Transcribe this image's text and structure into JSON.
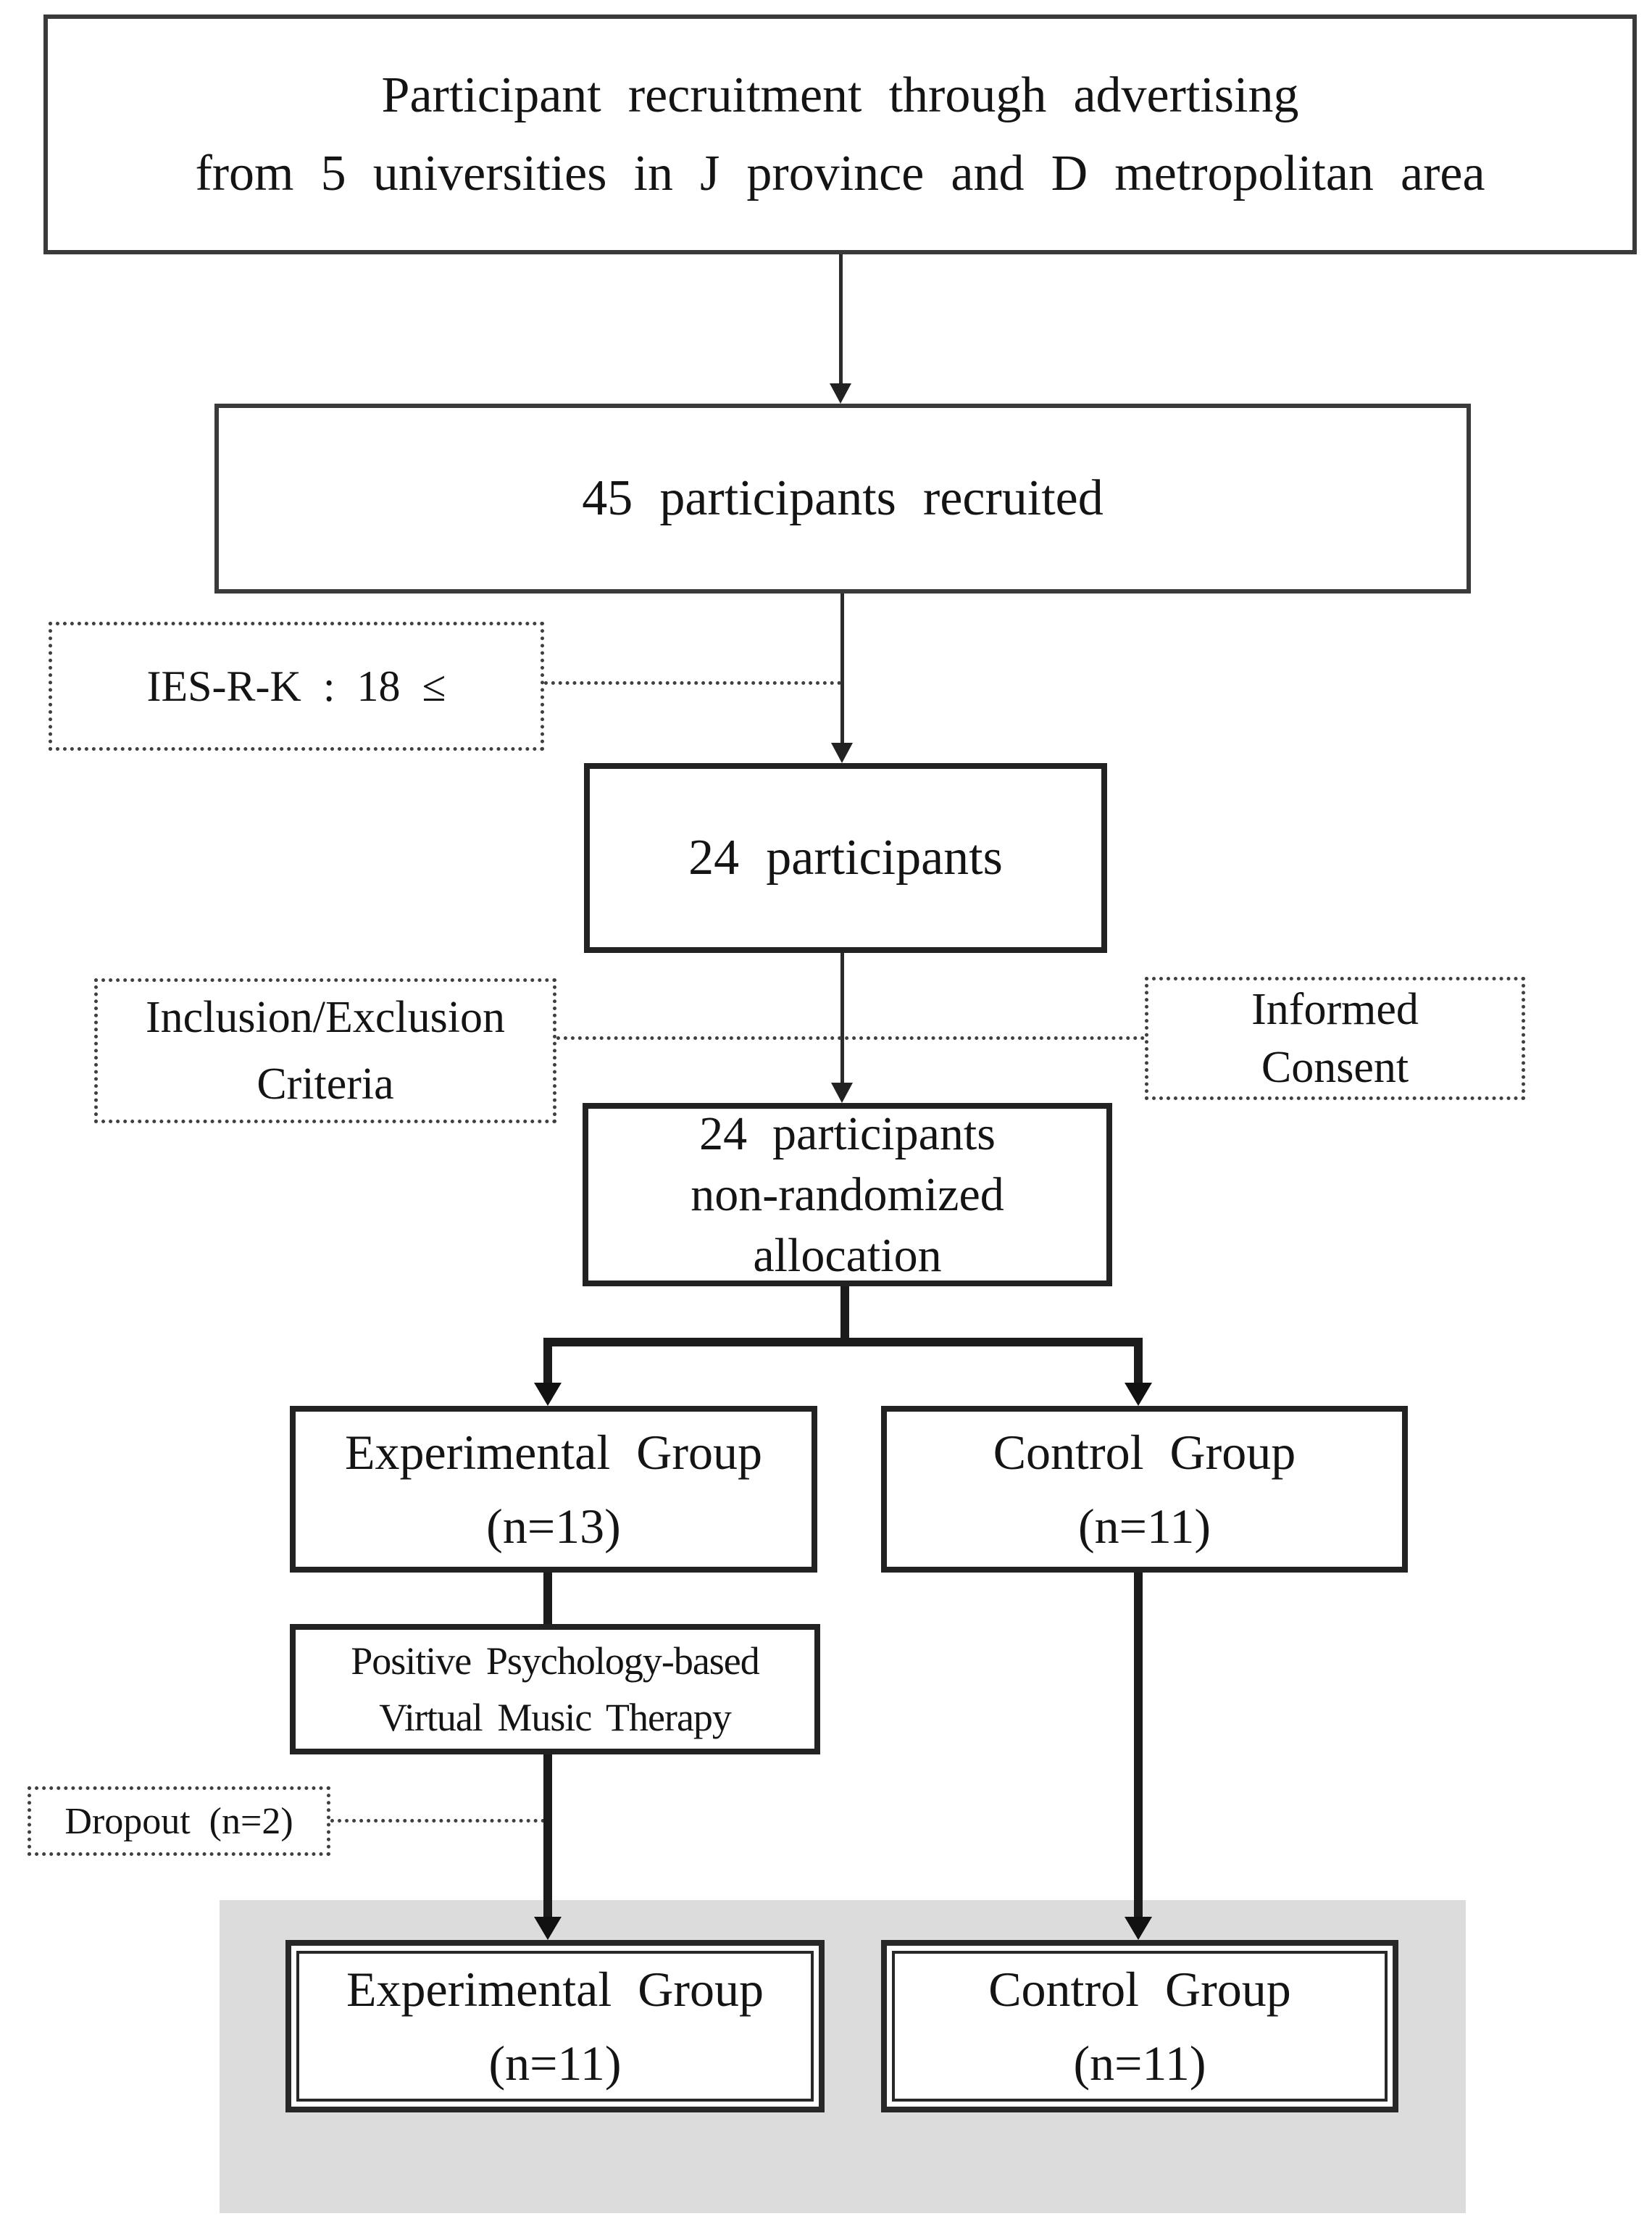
{
  "diagram": {
    "description": "Participant recruitment and allocation flow diagram",
    "nodes": {
      "recruitment": {
        "lines": [
          "Participant recruitment through advertising",
          "from 5 universities in J province and D metropolitan area"
        ]
      },
      "recruited": {
        "label": "45 participants recruited"
      },
      "screened": {
        "label": "24 participants"
      },
      "allocation": {
        "lines": [
          "24 participants",
          "non-randomized",
          "allocation"
        ]
      },
      "experimental": {
        "lines": [
          "Experimental Group",
          "(n=13)"
        ]
      },
      "control": {
        "lines": [
          "Control Group",
          "(n=11)"
        ]
      },
      "therapy": {
        "lines": [
          "Positive Psychology-based",
          "Virtual Music Therapy"
        ]
      },
      "final_experimental": {
        "lines": [
          "Experimental Group",
          "(n=11)"
        ]
      },
      "final_control": {
        "lines": [
          "Control Group",
          "(n=11)"
        ]
      }
    },
    "annotations": {
      "ies": {
        "label": "IES-R-K : 18 ≤"
      },
      "criteria": {
        "lines": [
          "Inclusion/Exclusion",
          "Criteria"
        ]
      },
      "consent": {
        "lines": [
          "Informed",
          "Consent"
        ]
      },
      "dropout": {
        "label": "Dropout (n=2)"
      }
    },
    "colors": {
      "box_border": "#222222",
      "box_border_light": "#3a3a3a",
      "connector": "#1b1b1b",
      "dashed": "#3f3f3f",
      "panel_background": "#dcdcdc",
      "text": "#141414",
      "background": "#ffffff"
    }
  }
}
